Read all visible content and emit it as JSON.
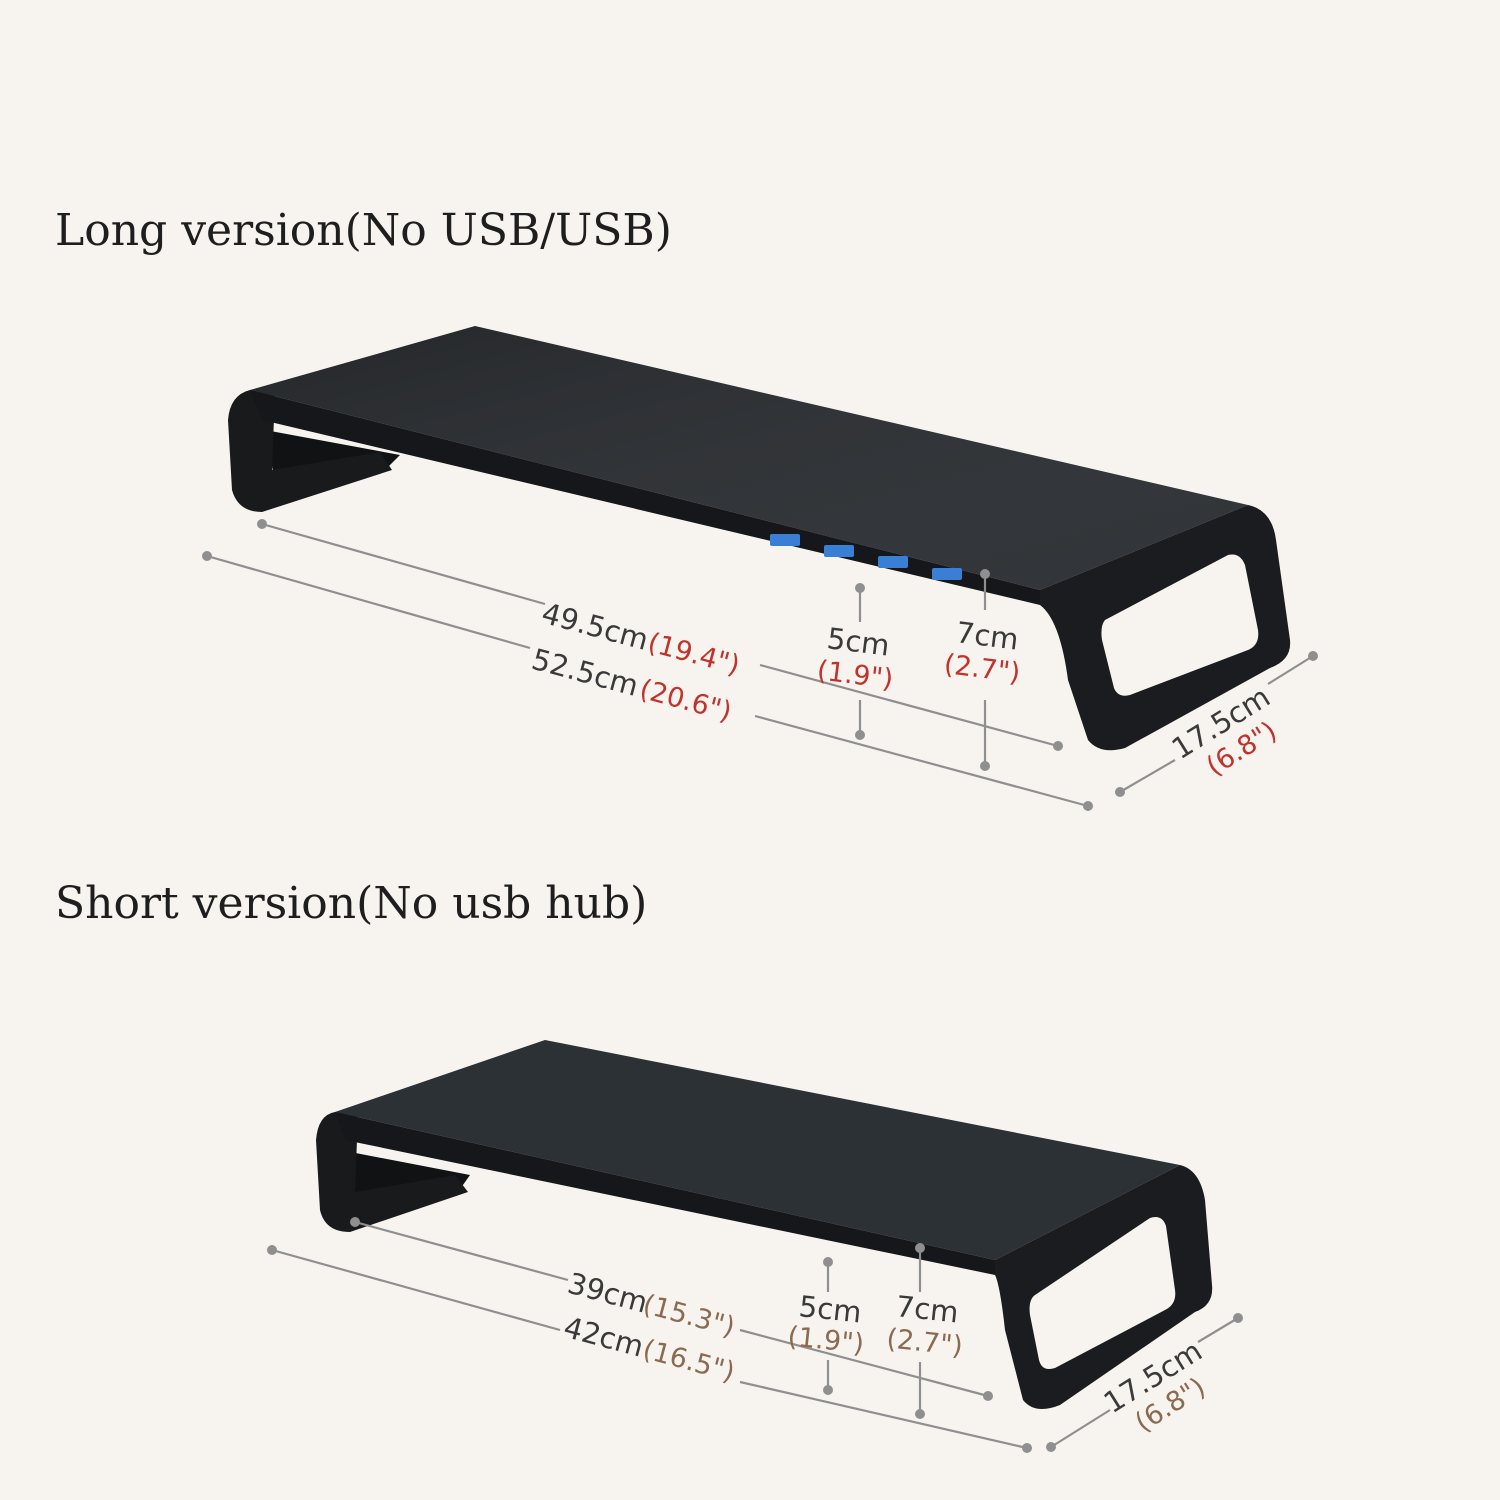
{
  "colors": {
    "background": "#f7f4ef",
    "stand": "#1c1e20",
    "usb_port": "#3a7fd6",
    "inch_label_long": "#c2322c",
    "inch_label_short": "#8a6a52",
    "dimension_line": "#8f8f8f"
  },
  "long_version": {
    "heading": "Long version(No USB/USB)",
    "usb_ports": 4,
    "dims": {
      "inner_length_cm": "49.5cm",
      "inner_length_in": "(19.4\")",
      "outer_length_cm": "52.5cm",
      "outer_length_in": "(20.6\")",
      "clearance_cm": "5cm",
      "clearance_in": "(1.9\")",
      "height_cm": "7cm",
      "height_in": "(2.7\")",
      "depth_cm": "17.5cm",
      "depth_in": "(6.8\")"
    }
  },
  "short_version": {
    "heading": "Short version(No usb hub)",
    "dims": {
      "inner_length_cm": "39cm",
      "inner_length_in": "(15.3\")",
      "outer_length_cm": "42cm",
      "outer_length_in": "(16.5\")",
      "clearance_cm": "5cm",
      "clearance_in": "(1.9\")",
      "height_cm": "7cm",
      "height_in": "(2.7\")",
      "depth_cm": "17.5cm",
      "depth_in": "(6.8\")"
    }
  }
}
